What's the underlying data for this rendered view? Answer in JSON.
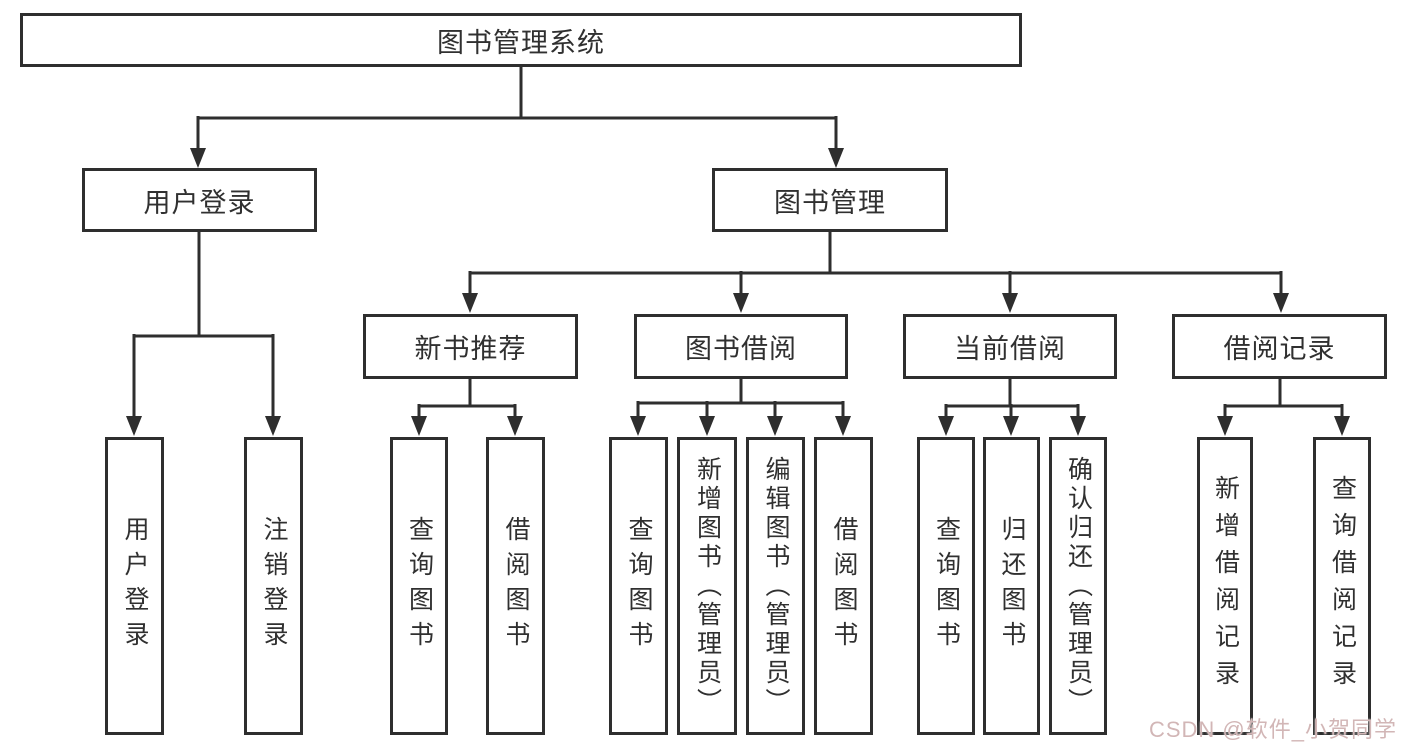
{
  "diagram_title": "图书管理系统",
  "nodes": {
    "root": {
      "label": "图书管理系统"
    },
    "user_login": {
      "label": "用户登录"
    },
    "book_mgmt": {
      "label": "图书管理"
    },
    "new_book_rec": {
      "label": "新书推荐"
    },
    "book_borrow": {
      "label": "图书借阅"
    },
    "current_borrow": {
      "label": "当前借阅"
    },
    "borrow_record": {
      "label": "借阅记录"
    },
    "leaf_user_login": {
      "label": "用户登录"
    },
    "leaf_logout": {
      "label": "注销登录"
    },
    "leaf_rec_query": {
      "label": "查询图书"
    },
    "leaf_rec_borrow": {
      "label": "借阅图书"
    },
    "leaf_borrow_query": {
      "label": "查询图书"
    },
    "leaf_borrow_add": {
      "label": "新增图书（管理员）"
    },
    "leaf_borrow_edit": {
      "label": "编辑图书（管理员）"
    },
    "leaf_borrow_borrow": {
      "label": "借阅图书"
    },
    "leaf_cur_query": {
      "label": "查询图书"
    },
    "leaf_cur_return": {
      "label": "归还图书"
    },
    "leaf_cur_confirm": {
      "label": "确认归还（管理员）"
    },
    "leaf_record_add": {
      "label": "新增借阅记录"
    },
    "leaf_record_query": {
      "label": "查询借阅记录"
    }
  },
  "hierarchy": {
    "图书管理系统": {
      "用户登录": [
        "用户登录",
        "注销登录"
      ],
      "图书管理": {
        "新书推荐": [
          "查询图书",
          "借阅图书"
        ],
        "图书借阅": [
          "查询图书",
          "新增图书（管理员）",
          "编辑图书（管理员）",
          "借阅图书"
        ],
        "当前借阅": [
          "查询图书",
          "归还图书",
          "确认归还（管理员）"
        ],
        "借阅记录": [
          "新增借阅记录",
          "查询借阅记录"
        ]
      }
    }
  },
  "watermark": {
    "text": "CSDN @软件_小贺同学",
    "color": "#d2b6b6"
  },
  "colors": {
    "line": "#2e2e2e",
    "text": "#303030",
    "box_background": "#ffffff",
    "page_background": "#ffffff"
  }
}
